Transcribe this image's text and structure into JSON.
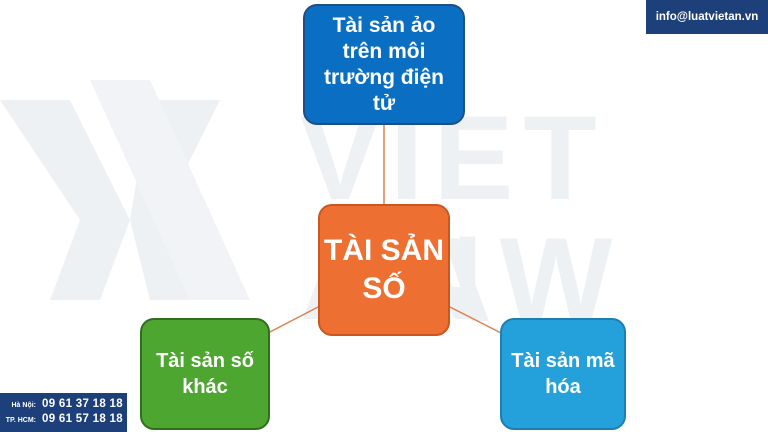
{
  "diagram": {
    "center": "TÀI SẢN SỐ",
    "branches": [
      "Tài sản ảo trên môi trường điện tử",
      "Tài sản số khác",
      "Tài sản mã hóa"
    ]
  },
  "watermark": {
    "line1": "VIET AN",
    "line2": "LAW"
  },
  "contact": {
    "email": "info@luatvietan.vn",
    "phones": [
      {
        "city": "Hà Nội:",
        "number": "09 61 37 18 18"
      },
      {
        "city": "TP. HCM:",
        "number": "09 61 57 18 18"
      }
    ]
  },
  "colors": {
    "top_node": "#0a6fc2",
    "center_node": "#ed7032",
    "left_node": "#4ca630",
    "right_node": "#24a0da",
    "connector": "#d9824f",
    "brand_navy": "#1d3f7a",
    "watermark": "#eef1f4"
  }
}
